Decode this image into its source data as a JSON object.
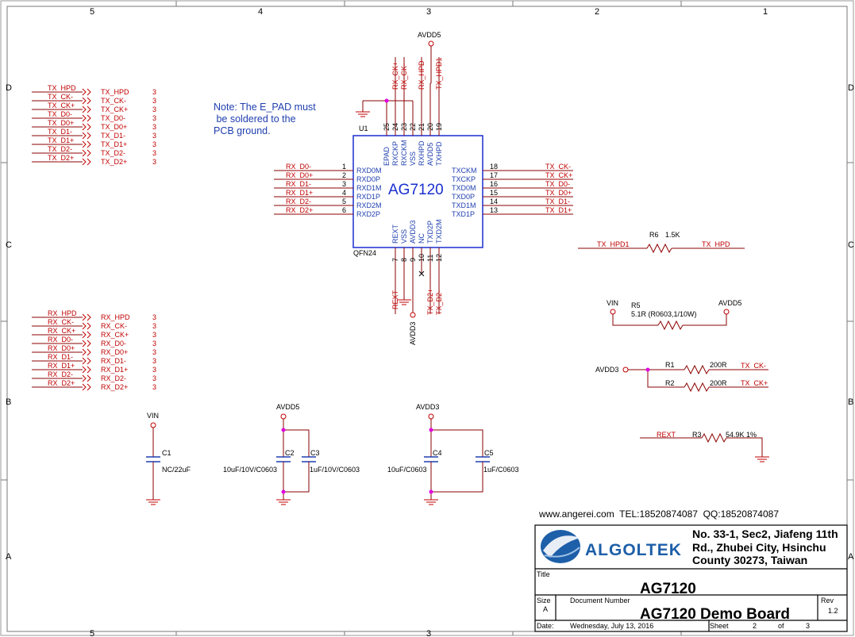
{
  "frame": {
    "col_labels": [
      "5",
      "4",
      "3",
      "2",
      "1"
    ],
    "row_labels": [
      "D",
      "C",
      "B",
      "A"
    ]
  },
  "colors": {
    "net_red": "#c00000",
    "pin_blue": "#1f3fae",
    "chip_border": "#1a2fd0",
    "wire_dark_red": "#8b0000",
    "junction_magenta": "#e000e0",
    "ground_red": "#c00000",
    "note_blue": "#1f3fae"
  },
  "note": [
    "Note: The E_PAD must",
    " be soldered to the",
    "PCB ground."
  ],
  "left_connectors_tx": [
    {
      "net": "TX_HPD",
      "label": "TX_HPD",
      "sheet": "3"
    },
    {
      "net": "TX_CK-",
      "label": "TX_CK-",
      "sheet": "3"
    },
    {
      "net": "TX_CK+",
      "label": "TX_CK+",
      "sheet": "3"
    },
    {
      "net": "TX_D0-",
      "label": "TX_D0-",
      "sheet": "3"
    },
    {
      "net": "TX_D0+",
      "label": "TX_D0+",
      "sheet": "3"
    },
    {
      "net": "TX_D1-",
      "label": "TX_D1-",
      "sheet": "3"
    },
    {
      "net": "TX_D1+",
      "label": "TX_D1+",
      "sheet": "3"
    },
    {
      "net": "TX_D2-",
      "label": "TX_D2-",
      "sheet": "3"
    },
    {
      "net": "TX_D2+",
      "label": "TX_D2+",
      "sheet": "3"
    }
  ],
  "left_connectors_rx": [
    {
      "net": "RX_HPD",
      "label": "RX_HPD",
      "sheet": "3"
    },
    {
      "net": "RX_CK-",
      "label": "RX_CK-",
      "sheet": "3"
    },
    {
      "net": "RX_CK+",
      "label": "RX_CK+",
      "sheet": "3"
    },
    {
      "net": "RX_D0-",
      "label": "RX_D0-",
      "sheet": "3"
    },
    {
      "net": "RX_D0+",
      "label": "RX_D0+",
      "sheet": "3"
    },
    {
      "net": "RX_D1-",
      "label": "RX_D1-",
      "sheet": "3"
    },
    {
      "net": "RX_D1+",
      "label": "RX_D1+",
      "sheet": "3"
    },
    {
      "net": "RX_D2-",
      "label": "RX_D2-",
      "sheet": "3"
    },
    {
      "net": "RX_D2+",
      "label": "RX_D2+",
      "sheet": "3"
    }
  ],
  "chip": {
    "refdes": "U1",
    "part": "AG7120",
    "package": "QFN24",
    "supply_top": "AVDD5",
    "supply_bottom": "AVDD3",
    "left_pins": [
      {
        "num": "1",
        "name": "RXD0M",
        "net": "RX_D0-"
      },
      {
        "num": "2",
        "name": "RXD0P",
        "net": "RX_D0+"
      },
      {
        "num": "3",
        "name": "RXD1M",
        "net": "RX_D1-"
      },
      {
        "num": "4",
        "name": "RXD1P",
        "net": "RX_D1+"
      },
      {
        "num": "5",
        "name": "RXD2M",
        "net": "RX_D2-"
      },
      {
        "num": "6",
        "name": "RXD2P",
        "net": "RX_D2+"
      }
    ],
    "right_pins": [
      {
        "num": "18",
        "name": "TXCKM",
        "net": "TX_CK-"
      },
      {
        "num": "17",
        "name": "TXCKP",
        "net": "TX_CK+"
      },
      {
        "num": "16",
        "name": "TXD0M",
        "net": "TX_D0-"
      },
      {
        "num": "15",
        "name": "TXD0P",
        "net": "TX_D0+"
      },
      {
        "num": "14",
        "name": "TXD1M",
        "net": "TX_D1-"
      },
      {
        "num": "13",
        "name": "TXD1P",
        "net": "TX_D1+"
      }
    ],
    "top_pins": [
      {
        "num": "25",
        "name": "EPAD"
      },
      {
        "num": "24",
        "name": "RXCKP",
        "net": "RX_CK+"
      },
      {
        "num": "23",
        "name": "RXCKM",
        "net": "RX_CK-"
      },
      {
        "num": "22",
        "name": "VSS"
      },
      {
        "num": "21",
        "name": "RXHPD",
        "net": "RX_HPD"
      },
      {
        "num": "20",
        "name": "AVDD5"
      },
      {
        "num": "19",
        "name": "TXHPD",
        "net": "TX_HPD1"
      }
    ],
    "bottom_pins": [
      {
        "num": "7",
        "name": "REXT",
        "net": "REXT"
      },
      {
        "num": "8",
        "name": "VSS"
      },
      {
        "num": "9",
        "name": "AVDD3"
      },
      {
        "num": "10",
        "name": "NC"
      },
      {
        "num": "11",
        "name": "TXD2P",
        "net": "TX_D2+"
      },
      {
        "num": "12",
        "name": "TXD2M",
        "net": "TX_D2-"
      }
    ]
  },
  "resistors": {
    "r6": {
      "ref": "R6",
      "value": "1.5K",
      "net_left": "TX_HPD1",
      "net_right": "TX_HPD"
    },
    "r5": {
      "ref": "R5",
      "value": "5.1R (R0603,1/10W)",
      "left": "VIN",
      "right": "AVDD5"
    },
    "r1": {
      "ref": "R1",
      "value": "200R",
      "net": "TX_CK-"
    },
    "r2": {
      "ref": "R2",
      "value": "200R",
      "net": "TX_CK+"
    },
    "r3": {
      "ref": "R3",
      "value": "54.9K 1%",
      "net": "REXT"
    },
    "r12_supply": "AVDD3"
  },
  "capacitors": {
    "c1": {
      "ref": "C1",
      "value": "NC/22uF",
      "supply": "VIN"
    },
    "c2": {
      "ref": "C2",
      "value": "10uF/10V/C0603",
      "supply": "AVDD5"
    },
    "c3": {
      "ref": "C3",
      "value": "1uF/10V/C0603"
    },
    "c4": {
      "ref": "C4",
      "value": "10uF/C0603",
      "supply": "AVDD3"
    },
    "c5": {
      "ref": "C5",
      "value": "1uF/C0603"
    }
  },
  "contact": "www.angerei.com  TEL:18520874087  QQ:18520874087",
  "title_block": {
    "logo": "ALGOLTEK",
    "address": [
      "No. 33-1, Sec2, Jiafeng 11th",
      "Rd., Zhubei City, Hsinchu",
      "County 30273, Taiwan"
    ],
    "title_label": "Title",
    "title": "AG7120",
    "size_label": "Size",
    "size": "A",
    "docnum_label": "Document Number",
    "docnum": "AG7120 Demo Board",
    "rev_label": "Rev",
    "rev": "1.2",
    "date_label": "Date:",
    "date": "Wednesday, July 13, 2016",
    "sheet_label": "Sheet",
    "sheet": "2",
    "of_label": "of",
    "total": "3"
  }
}
